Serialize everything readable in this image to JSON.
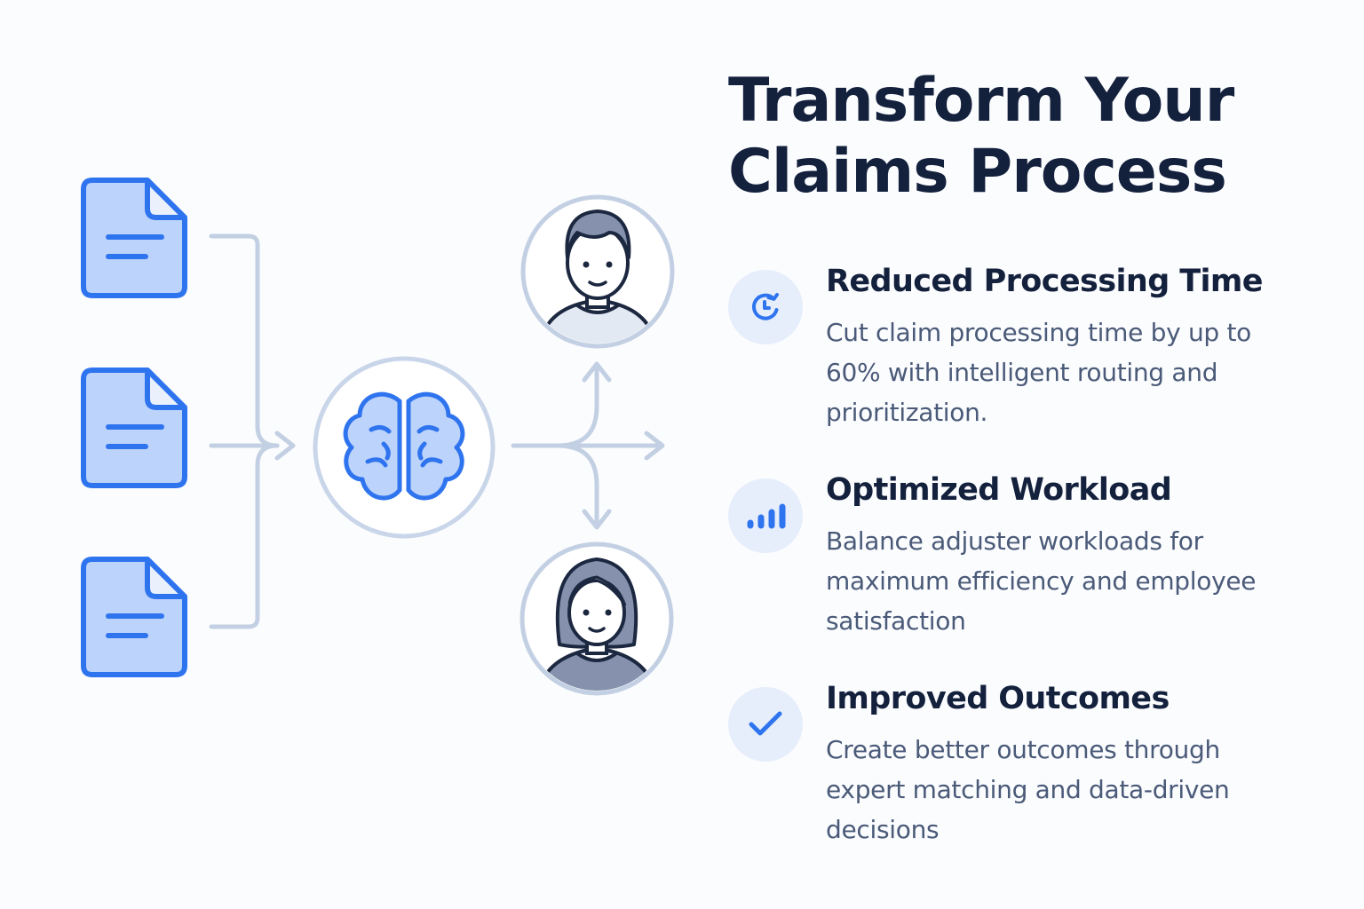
{
  "title": {
    "line1": "Transform Your",
    "line2": "Claims Process"
  },
  "features": [
    {
      "title": "Reduced Processing Time",
      "description": "Cut claim processing time by up to 60% with intelligent routing and prioritization.",
      "icon": "clock-icon"
    },
    {
      "title": "Optimized Workload",
      "description": "Balance adjuster workloads  for maximum efficiency and employee satisfaction",
      "icon": "bar-chart-icon"
    },
    {
      "title": "Improved Outcomes",
      "description": "Create better outcomes through expert matching and data-driven decisions",
      "icon": "checkmark-icon"
    }
  ],
  "diagram": {
    "inputs": [
      "document-icon",
      "document-icon",
      "document-icon"
    ],
    "processor": "brain-icon",
    "outputs": [
      "male-adjuster-avatar",
      "female-adjuster-avatar"
    ]
  },
  "colors": {
    "accent": "#2f74ef",
    "document_fill": "#bcd3fb",
    "connector": "#c3d0e3",
    "heading": "#14213d",
    "body_text": "#4a5a78",
    "icon_bg": "#e6eefb"
  }
}
